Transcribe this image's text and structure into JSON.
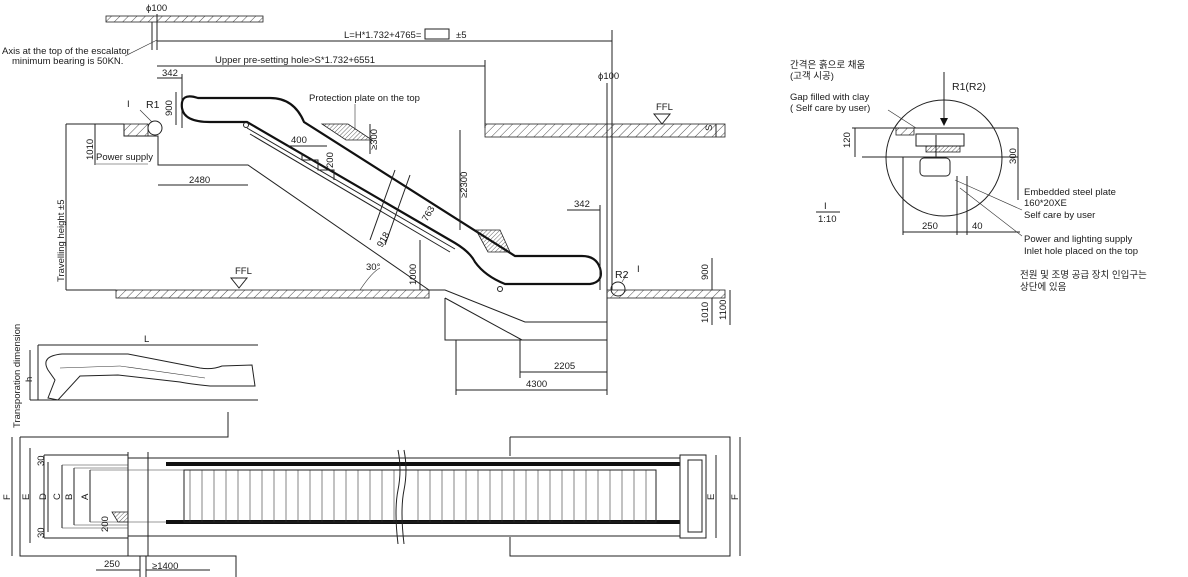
{
  "elevation": {
    "phi_top": "ϕ100",
    "axis_note_line1": "Axis at the top of the escalator",
    "axis_note_line2": "minimum bearing is 50KN.",
    "L_formula": "L=H*1.732+4765=",
    "tolerance": "±5",
    "upper_hole": "Upper pre-setting hole>S*1.732+6551",
    "dim_342_top": "342",
    "dim_900_top": "900",
    "label_I_top": "I",
    "label_R1": "R1",
    "protection_plate": "Protection plate on the top",
    "phi_right": "ϕ100",
    "ffl_top": "FFL",
    "dim_S": "S",
    "dim_1010_left": "1010",
    "power_supply": "Power supply",
    "dim_400": "400",
    "dim_200": "200",
    "dim_ge300": "≥300",
    "dim_2480": "2480",
    "travelling_height": "Travelling height ±5",
    "dim_763": "763",
    "dim_918": "918",
    "dim_ge2300": "≥2300",
    "dim_342_bottom": "342",
    "angle": "30°",
    "dim_1000": "1000",
    "ffl_bottom": "FFL",
    "label_R2": "R2",
    "label_I_bottom": "I",
    "dim_900_right": "900",
    "dim_1010_right": "1010",
    "dim_1100": "1100",
    "dim_2205": "2205",
    "dim_4300": "4300"
  },
  "transport": {
    "title": "Transporation dimension",
    "L": "L",
    "h": "h"
  },
  "plan": {
    "dim_30_top": "30",
    "dim_30_bottom": "30",
    "F_left": "F",
    "E_left": "E",
    "D": "D",
    "C": "C",
    "B": "B",
    "A": "A",
    "dim_200": "200",
    "E_right": "E",
    "F_right": "F",
    "dim_250": "250",
    "dim_ge1400": "≥1400"
  },
  "detail": {
    "korean_gap_line1": "간격은 흙으로 채움",
    "korean_gap_line2": "(고객 시공)",
    "R1R2": "R1(R2)",
    "gap_line1": "Gap filled with clay",
    "gap_line2": "( Self care by user)",
    "dim_120": "120",
    "dim_300": "300",
    "roman_I": "I",
    "scale": "1:10",
    "dim_250": "250",
    "dim_40": "40",
    "plate_line1": "Embedded steel plate",
    "plate_line2": "160*20XE",
    "plate_line3": "Self care by user",
    "power_line1": "Power and lighting supply",
    "power_line2": "Inlet hole placed on the top",
    "korean_power_line1": "전원 및 조명 공급 장치 인입구는",
    "korean_power_line2": "상단에 있음"
  }
}
